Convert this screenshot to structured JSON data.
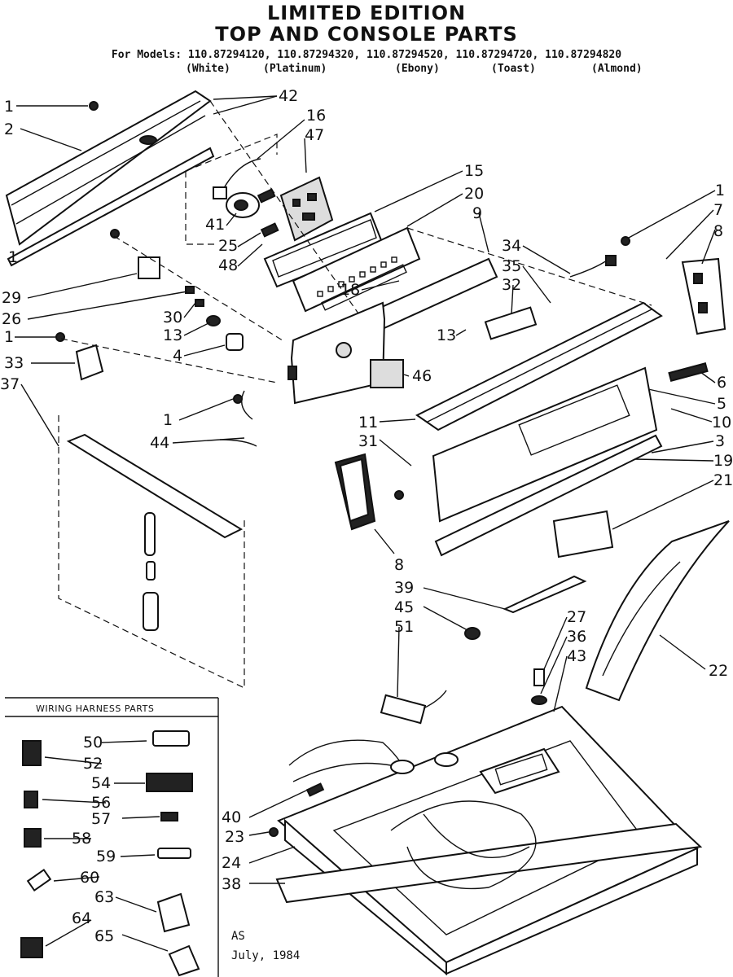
{
  "header": {
    "title_line1": "LIMITED EDITION",
    "title_line2": "TOP AND CONSOLE PARTS",
    "models": "For Models: 110.87294120, 110.87294320, 110.87294520, 110.87294720, 110.87294820",
    "colors": [
      "(White)",
      "(Platinum)",
      "(Ebony)",
      "(Toast)",
      "(Almond)"
    ]
  },
  "callouts": [
    "1",
    "2",
    "42",
    "16",
    "47",
    "41",
    "25",
    "48",
    "15",
    "20",
    "9",
    "1",
    "29",
    "26",
    "30",
    "13",
    "4",
    "1",
    "33",
    "37",
    "18",
    "34",
    "35",
    "32",
    "13",
    "46",
    "1",
    "7",
    "8",
    "6",
    "5",
    "10",
    "11",
    "31",
    "3",
    "19",
    "21",
    "1",
    "44",
    "8",
    "39",
    "45",
    "51",
    "27",
    "36",
    "43",
    "22",
    "40",
    "23",
    "24",
    "38"
  ],
  "wiring_harness": {
    "title": "WIRING HARNESS PARTS",
    "labels": [
      "50",
      "52",
      "54",
      "56",
      "57",
      "58",
      "59",
      "60",
      "63",
      "64",
      "65"
    ]
  },
  "footer": {
    "code": "AS",
    "date": "July, 1984"
  }
}
